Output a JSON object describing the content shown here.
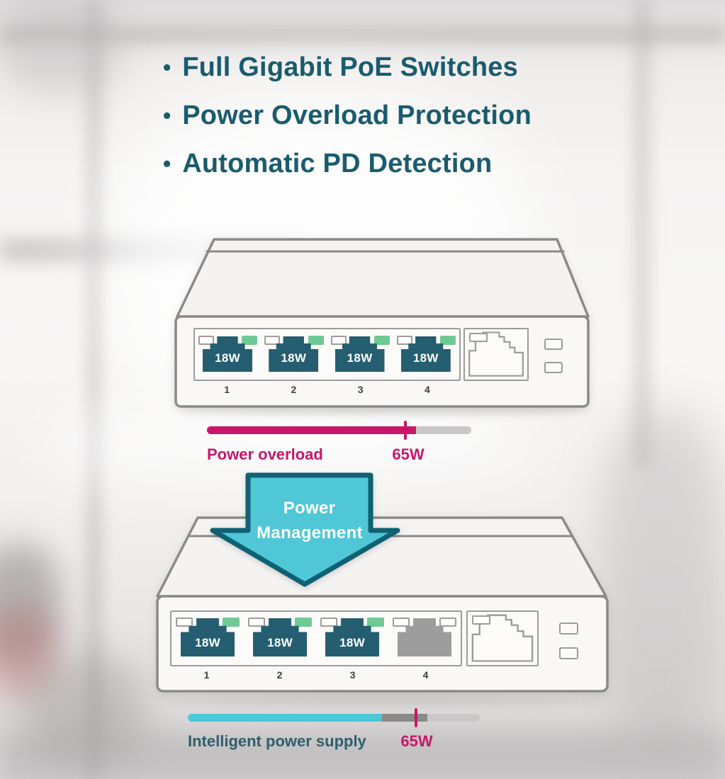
{
  "features": {
    "bullet_char": "•",
    "items": [
      "Full Gigabit PoE Switches",
      "Power Overload Protection",
      "Automatic PD Detection"
    ]
  },
  "top_switch": {
    "description": "4-port PoE switch with all ports powered",
    "ports": [
      {
        "number": "1",
        "wattage": "18W",
        "state": "powered"
      },
      {
        "number": "2",
        "wattage": "18W",
        "state": "powered"
      },
      {
        "number": "3",
        "wattage": "18W",
        "state": "powered"
      },
      {
        "number": "4",
        "wattage": "18W",
        "state": "powered"
      }
    ]
  },
  "overload_bar": {
    "label": "Power overload",
    "limit_label": "65W",
    "fill_percent": 79,
    "limit_percent": 75
  },
  "arrow": {
    "line1": "Power",
    "line2": "Management"
  },
  "bottom_switch": {
    "description": "4-port PoE switch with port 4 on standby",
    "ports": [
      {
        "number": "1",
        "wattage": "18W",
        "state": "powered"
      },
      {
        "number": "2",
        "wattage": "18W",
        "state": "powered"
      },
      {
        "number": "3",
        "wattage": "18W",
        "state": "powered"
      },
      {
        "number": "4",
        "wattage": "",
        "state": "standby"
      }
    ]
  },
  "supply_bar": {
    "label": "Intelligent power supply",
    "limit_label": "65W",
    "fill_percent": 66,
    "reserved_percent": 16,
    "limit_percent": 78
  },
  "colors": {
    "teal-text": "#1a5b6e",
    "port-teal": "#245e70",
    "green-led": "#6fc993",
    "magenta": "#c8176b",
    "cyan": "#4cc8d8",
    "arrow-fill": "#4fc7d6",
    "arrow-border": "#0f6173",
    "supply-label": "#2e5f6e",
    "outline-gray": "#8a8a8a",
    "panel-border": "#9e9b9b",
    "inactive-port": "#9d9d9d",
    "track-gray": "#c9c7c7",
    "used-gray": "#8b8989"
  }
}
